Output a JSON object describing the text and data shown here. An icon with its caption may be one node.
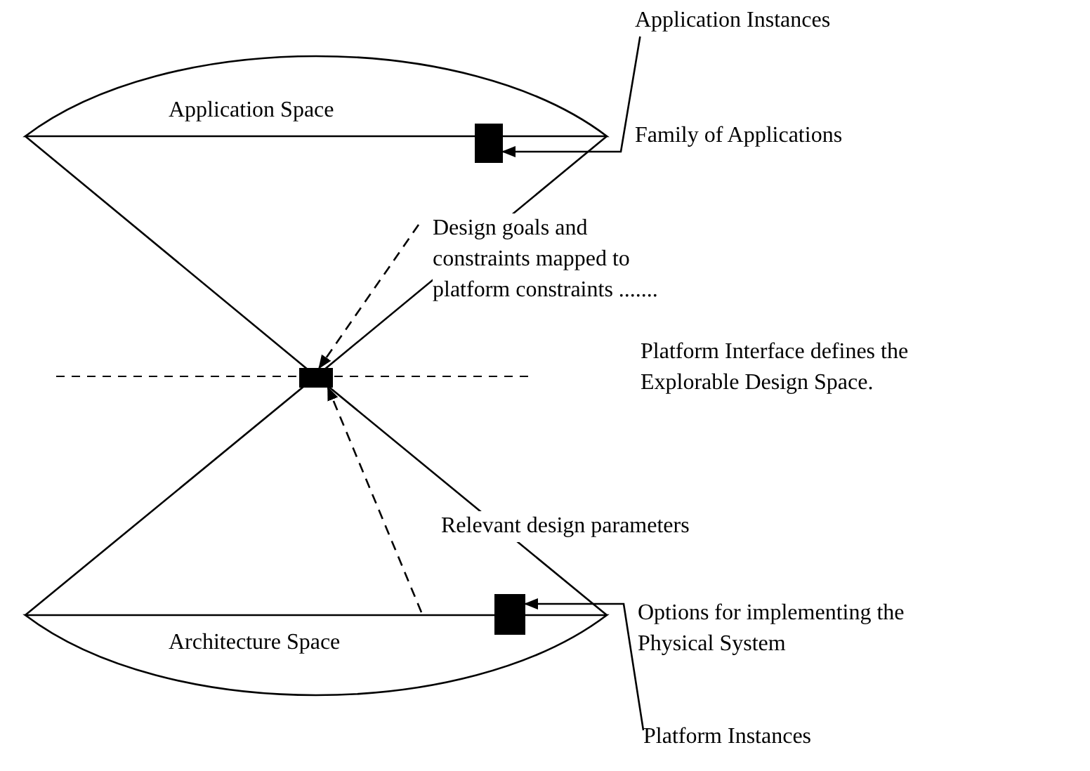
{
  "diagram": {
    "nodes": [
      {
        "text": [
          "Application Space"
        ],
        "beside": [
          "Family of Applications"
        ]
      },
      {
        "text": [],
        "shape": "box"
      },
      {
        "text": [
          "Application Instances"
        ]
      },
      {
        "text": [],
        "shape": "box"
      },
      {
        "text": [
          "Architecture Space"
        ],
        "beside": [
          "Options for implementing the Physical System"
        ]
      },
      {
        "text": [],
        "shape": "box"
      },
      {
        "text": [
          "Platform Instances"
        ]
      }
    ],
    "edges": [
      {
        "from": 2,
        "to": 1,
        "arrow": "to"
      },
      {
        "from": null,
        "to": 3,
        "arrow": "to",
        "style": "dashed",
        "label": "Design goals and constraints mapped to platform constraints ......."
      },
      {
        "from": 4,
        "to": 3,
        "arrow": "to",
        "style": "dashed",
        "label": "Relevant design parameters"
      },
      {
        "from": 6,
        "to": 5,
        "arrow": "to"
      }
    ],
    "labels": [
      "Platform Interface defines the Explorable Design Space."
    ]
  }
}
